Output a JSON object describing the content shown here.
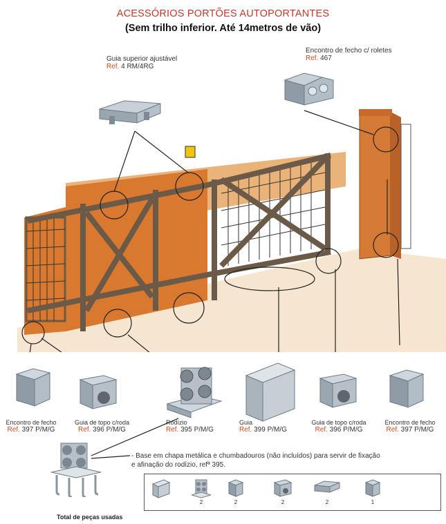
{
  "header": {
    "title": "ACESSÓRIOS PORTÕES AUTOPORTANTES",
    "subtitle": "(Sem trilho inferior. Até 14metros de vão)"
  },
  "top_parts": [
    {
      "name": "Guia superior ajustável",
      "ref_prefix": "Ref.",
      "ref_value": "4 RM/4RG"
    },
    {
      "name": "Encontro de fecho c/ roletes",
      "ref_prefix": "Ref.",
      "ref_value": "467"
    }
  ],
  "bottom_parts": [
    {
      "name": "Encontro de fecho",
      "ref_prefix": "Ref.",
      "ref_value": "397 P/M/G"
    },
    {
      "name": "Guia de topo c/roda",
      "ref_prefix": "Ref.",
      "ref_value": "396 P/M/G"
    },
    {
      "name": "Rodízio",
      "ref_prefix": "Ref.",
      "ref_value": "395 P/M/G"
    },
    {
      "name": "Guia",
      "ref_prefix": "Ref.",
      "ref_value": "399 P/M/G"
    },
    {
      "name": "Guia de topo c/roda",
      "ref_prefix": "Ref.",
      "ref_value": "396 P/M/G"
    },
    {
      "name": "Encontro de fecho",
      "ref_prefix": "Ref.",
      "ref_value": "397 P/M/G"
    }
  ],
  "note": {
    "line1": "- Base em chapa metálica e chumbadouros (não incluídos) para servir de fixação",
    "line2": "e afinação do rodízio, refª 395."
  },
  "totals": {
    "caption": "Total de peças usadas",
    "counts": [
      "2",
      "2",
      "2",
      "2",
      "1"
    ]
  },
  "colors": {
    "title_red": "#c0392b",
    "ref_orange": "#d9481c",
    "wall_orange": "#d9782f",
    "frame_brown": "#6b5a48",
    "metal": "#aab4bd"
  }
}
